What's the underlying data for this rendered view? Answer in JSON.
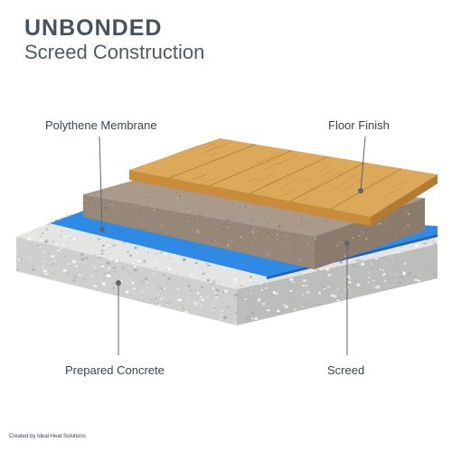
{
  "title": {
    "main": "UNBONDED",
    "sub": "Screed Construction"
  },
  "labels": {
    "polythene": "Polythene Membrane",
    "floor_finish": "Floor Finish",
    "concrete": "Prepared Concrete",
    "screed": "Screed"
  },
  "credit": "Created by Ideal Heat Solutions",
  "colors": {
    "title_main": "#46535c",
    "title_sub": "#4f5b63",
    "label_text": "#3a454d",
    "leader_line": "#5e666b",
    "concrete_top": "#e4e4e2",
    "concrete_front": "#cfd0ce",
    "concrete_side": "#bdbebc",
    "membrane_top": "#2f8ae6",
    "membrane_edge": "#1c62bf",
    "screed_top": "#a99a89",
    "screed_front": "#968776",
    "screed_side": "#8a7b6b",
    "wood_top": "#dca95a",
    "wood_front": "#c88c3b",
    "wood_grain": "#b57a32"
  }
}
